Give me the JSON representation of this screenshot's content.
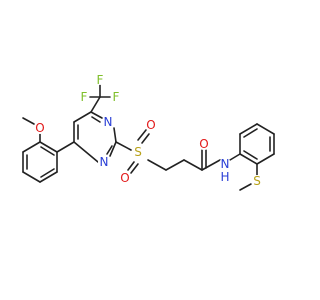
{
  "colors": {
    "carbon": "#222222",
    "nitrogen": "#2a3fd6",
    "oxygen": "#e21b1b",
    "sulfur": "#b8a21a",
    "fluorine": "#7fbf2a",
    "background": "#ffffff"
  },
  "atoms": {
    "o_methoxy": "O",
    "f_top": "F",
    "f_left": "F",
    "f_right": "F",
    "n_pyr_upper": "N",
    "n_pyr_lower": "N",
    "s_sulfonyl": "S",
    "o_sulfonyl_upper": "O",
    "o_sulfonyl_lower": "O",
    "o_amide": "O",
    "n_amide": "N",
    "h_amide": "H",
    "s_thioether": "S"
  }
}
